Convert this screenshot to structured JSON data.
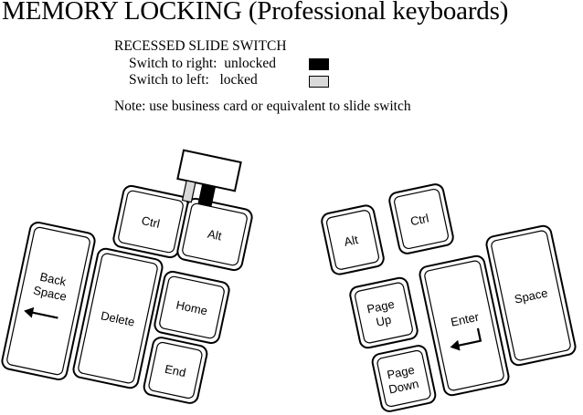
{
  "title": "MEMORY LOCKING (Professional keyboards)",
  "switch_info": {
    "heading": "RECESSED SLIDE SWITCH",
    "unlocked_label": "Switch to right:  unlocked",
    "locked_label": "Switch to left:   locked",
    "unlocked_color": "#000000",
    "locked_color": "#d9d9d9"
  },
  "note": "Note: use business card or equivalent to slide switch",
  "left_keyboard": {
    "ctrl": "Ctrl",
    "alt": "Alt",
    "back_space_line1": "Back",
    "back_space_line2": "Space",
    "delete": "Delete",
    "home": "Home",
    "end": "End"
  },
  "right_keyboard": {
    "alt": "Alt",
    "ctrl": "Ctrl",
    "page_up_line1": "Page",
    "page_up_line2": "Up",
    "enter": "Enter",
    "space": "Space",
    "page_down_line1": "Page",
    "page_down_line2": "Down"
  },
  "icons": {
    "back_space": "left-arrow-icon",
    "enter": "enter-return-arrow-icon",
    "switch": "slide-switch-icon"
  }
}
